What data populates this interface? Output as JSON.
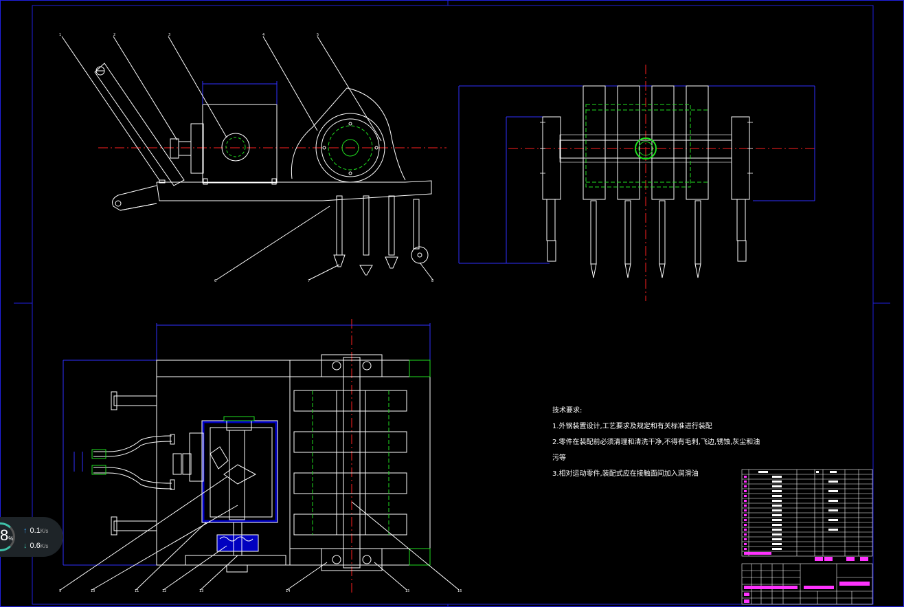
{
  "notes": {
    "title": "技术要求:",
    "items": [
      "1.外钢装置设计,工艺要求及规定和有关标准进行装配",
      "2.零件在装配前必须清理和清洗干净,不得有毛刺,飞边,锈蚀,灰尘和油",
      "污等",
      "3.相对运动零件,装配式应在接触面间加入润滑油"
    ]
  },
  "balloons": [
    "1",
    "2",
    "3",
    "4",
    "5",
    "6",
    "7",
    "8",
    "9",
    "10",
    "11",
    "12",
    "13",
    "14",
    "15",
    "16"
  ],
  "widget": {
    "percent": "8",
    "percent_unit": "%",
    "upload": "0.1",
    "download": "0.6",
    "unit": "K/s"
  },
  "colors": {
    "line": "#ffffff",
    "border": "#2020e0",
    "dim": "#3030ff",
    "center": "#ff2020",
    "hidden": "#20e020",
    "fill": "#0000c0",
    "table_text": "#ff33ff"
  }
}
